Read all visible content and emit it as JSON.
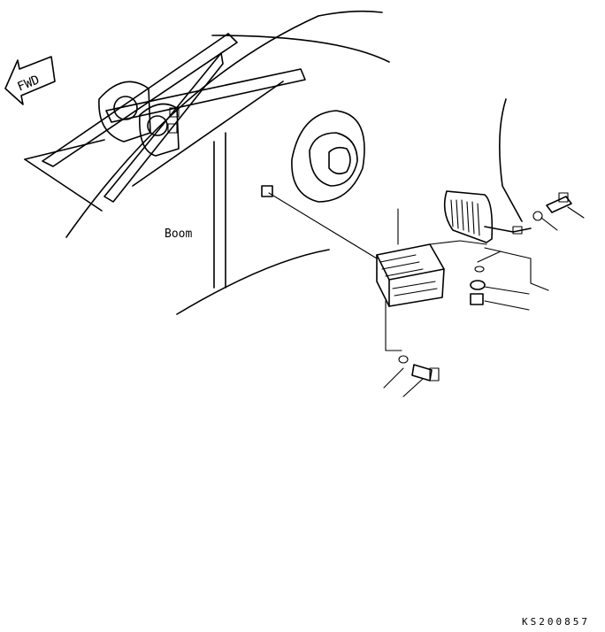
{
  "labels": {
    "direction": "FWD",
    "component": "Boom",
    "drawing_code": "KS200857"
  }
}
